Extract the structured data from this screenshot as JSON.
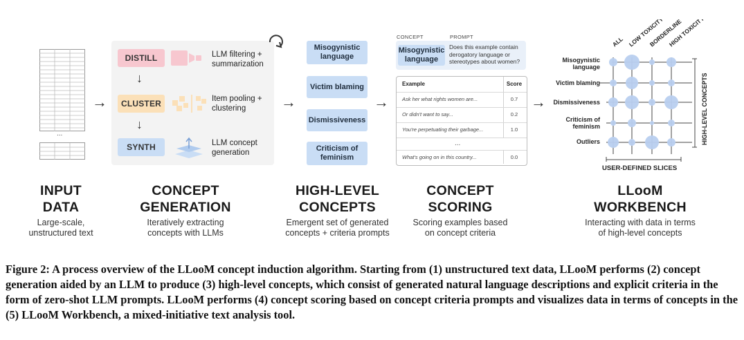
{
  "stages": {
    "input": {
      "title_line1": "INPUT",
      "title_line2": "DATA",
      "desc_line1": "Large-scale,",
      "desc_line2": "unstructured text",
      "ellipsis": "..."
    },
    "generation": {
      "title_line1": "CONCEPT",
      "title_line2": "GENERATION",
      "desc_line1": "Iteratively extracting",
      "desc_line2": "concepts with LLMs",
      "steps": [
        {
          "label": "DISTILL",
          "desc_line1": "LLM filtering +",
          "desc_line2": "summarization"
        },
        {
          "label": "CLUSTER",
          "desc_line1": "Item pooling +",
          "desc_line2": "clustering"
        },
        {
          "label": "SYNTH",
          "desc_line1": "LLM concept",
          "desc_line2": "generation"
        }
      ]
    },
    "high_level": {
      "title_line1": "HIGH-LEVEL",
      "title_line2": "CONCEPTS",
      "desc_line1": "Emergent set of generated",
      "desc_line2": "concepts + criteria prompts",
      "concepts": [
        {
          "line1": "Misogynistic",
          "line2": "language"
        },
        {
          "line1": "Victim blaming",
          "line2": ""
        },
        {
          "line1": "Dismissiveness",
          "line2": ""
        },
        {
          "line1": "Criticism of",
          "line2": "feminism"
        }
      ]
    },
    "scoring": {
      "title_line1": "CONCEPT",
      "title_line2": "SCORING",
      "desc_line1": "Scoring examples based",
      "desc_line2": "on concept criteria",
      "concept_label": "CONCEPT",
      "prompt_label": "PROMPT",
      "concept_line1": "Misogynistic",
      "concept_line2": "language",
      "prompt_line1": "Does this example contain",
      "prompt_line2": "derogatory language or",
      "prompt_line3": "stereotypes about women?",
      "table": {
        "col_example": "Example",
        "col_score": "Score",
        "rows": [
          {
            "example": "Ask her what rights women are...",
            "score": "0.7"
          },
          {
            "example": "Or didn't want to say...",
            "score": "0.2"
          },
          {
            "example": "You're perpetuating their garbage...",
            "score": "1.0"
          }
        ],
        "ellipsis": "...",
        "last_row": {
          "example": "What's going on in this country...",
          "score": "0.0"
        }
      }
    },
    "workbench": {
      "title_line1": "LLooM",
      "title_line2": "WORKBENCH",
      "desc_line1": "Interacting with data in terms",
      "desc_line2": "of high-level concepts",
      "columns": [
        "ALL",
        "LOW TOXICITY",
        "BORDERLINE",
        "HIGH TOXICITY"
      ],
      "rows": [
        {
          "line1": "Misogynistic",
          "line2": "language"
        },
        {
          "line1": "Victim blaming",
          "line2": ""
        },
        {
          "line1": "Dismissiveness",
          "line2": ""
        },
        {
          "line1": "Criticism of",
          "line2": "feminism"
        },
        {
          "line1": "Outliers",
          "line2": ""
        }
      ],
      "x_axis_label": "USER-DEFINED SLICES",
      "y_axis_label": "HIGH-LEVEL CONCEPTS"
    }
  },
  "caption": "Figure 2: A process overview of the LLooM concept induction algorithm. Starting from (1) unstructured text data, LLooM performs (2) concept generation aided by an LLM to produce (3) high-level concepts, which consist of generated natural language descriptions and explicit criteria in the form of zero-shot LLM prompts. LLooM performs (4) concept scoring based on concept criteria prompts and visualizes data in terms of concepts in the (5) LLooM Workbench, a mixed-initiative text analysis tool.",
  "colors": {
    "distill": "#f7c7cf",
    "cluster": "#fbe0b8",
    "synth": "#c9ddf5",
    "concept_box": "#c9ddf5",
    "bubble": "#b9cff0",
    "panel": "#f3f3f3"
  }
}
